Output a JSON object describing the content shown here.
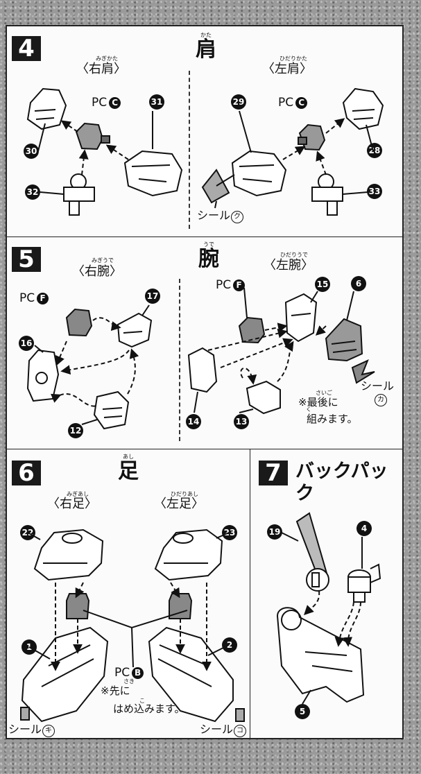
{
  "sections": {
    "shoulder": {
      "step": "4",
      "title": "肩",
      "title_ruby": "かた",
      "right": {
        "label": "〈右肩〉",
        "ruby": "みぎかた"
      },
      "left": {
        "label": "〈左肩〉",
        "ruby": "ひだりかた"
      },
      "pc_right": "PC",
      "pc_right_mark": "C",
      "pc_left": "PC",
      "pc_left_mark": "C",
      "parts": [
        "31",
        "30",
        "32",
        "29",
        "28",
        "33"
      ],
      "seal": "シール",
      "seal_mark": "ク"
    },
    "arm": {
      "step": "5",
      "title": "腕",
      "title_ruby": "うで",
      "right": {
        "label": "〈右腕〉",
        "ruby": "みぎうで"
      },
      "left": {
        "label": "〈左腕〉",
        "ruby": "ひだりうで"
      },
      "pc_right": "PC",
      "pc_right_mark": "F",
      "pc_left": "PC",
      "pc_left_mark": "F",
      "parts": [
        "17",
        "16",
        "12",
        "15",
        "6",
        "14",
        "13"
      ],
      "seal": "シール",
      "seal_mark": "カ",
      "note_line1": "※最後に",
      "note_ruby1": "さいご",
      "note_line2": "組みます。",
      "note_ruby2": "く"
    },
    "leg": {
      "step": "6",
      "title": "足",
      "title_ruby": "あし",
      "right": {
        "label": "〈右足〉",
        "ruby": "みぎあし"
      },
      "left": {
        "label": "〈左足〉",
        "ruby": "ひだりあし"
      },
      "parts": [
        "22",
        "23",
        "1",
        "2"
      ],
      "pc": "PC",
      "pc_mark": "B",
      "note_line1": "※先に",
      "note_ruby1": "さき",
      "note_line2": "はめ込みます。",
      "note_ruby2": "こ",
      "seal_left": "シール",
      "seal_left_mark": "キ",
      "seal_right": "シール",
      "seal_right_mark": "コ"
    },
    "backpack": {
      "step": "7",
      "title": "バックパック",
      "parts": [
        "19",
        "4",
        "5"
      ]
    }
  }
}
